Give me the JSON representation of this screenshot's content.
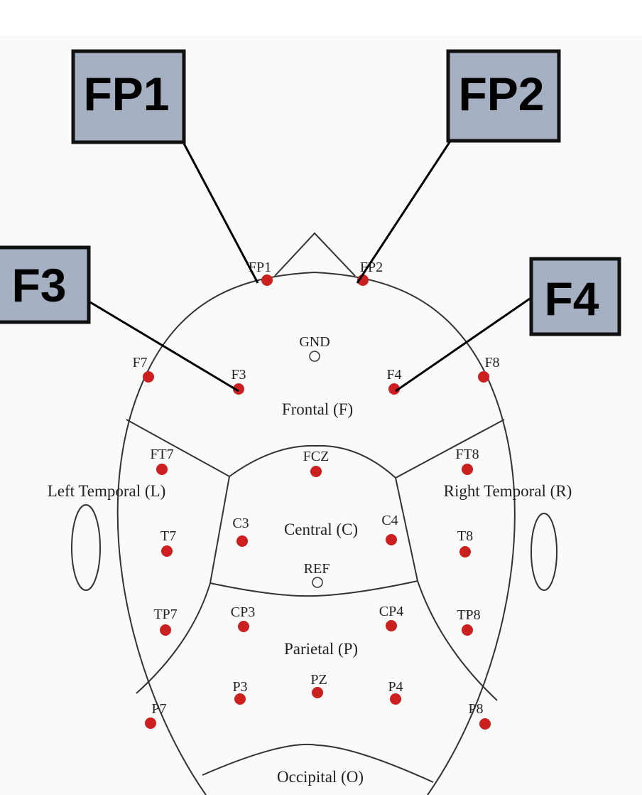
{
  "callouts": {
    "fp1": "FP1",
    "fp2": "FP2",
    "f3": "F3",
    "f4": "F4"
  },
  "regions": {
    "frontal": "Frontal (F)",
    "left_temporal": "Left Temporal (L)",
    "right_temporal": "Right Temporal (R)",
    "central": "Central (C)",
    "parietal": "Parietal (P)",
    "occipital": "Occipital (O)"
  },
  "electrodes": {
    "fp1": "FP1",
    "fp2": "FP2",
    "gnd": "GND",
    "f7": "F7",
    "f3": "F3",
    "f4": "F4",
    "f8": "F8",
    "ft7": "FT7",
    "fcz": "FCZ",
    "ft8": "FT8",
    "c3": "C3",
    "c4": "C4",
    "t7": "T7",
    "t8": "T8",
    "ref": "REF",
    "tp7": "TP7",
    "cp3": "CP3",
    "cp4": "CP4",
    "tp8": "TP8",
    "p3": "P3",
    "pz": "PZ",
    "p4": "P4",
    "p7": "P7",
    "p8": "P8"
  },
  "colors": {
    "electrode": "#cc1f1f",
    "callout_fill": "#a5b1c2"
  }
}
